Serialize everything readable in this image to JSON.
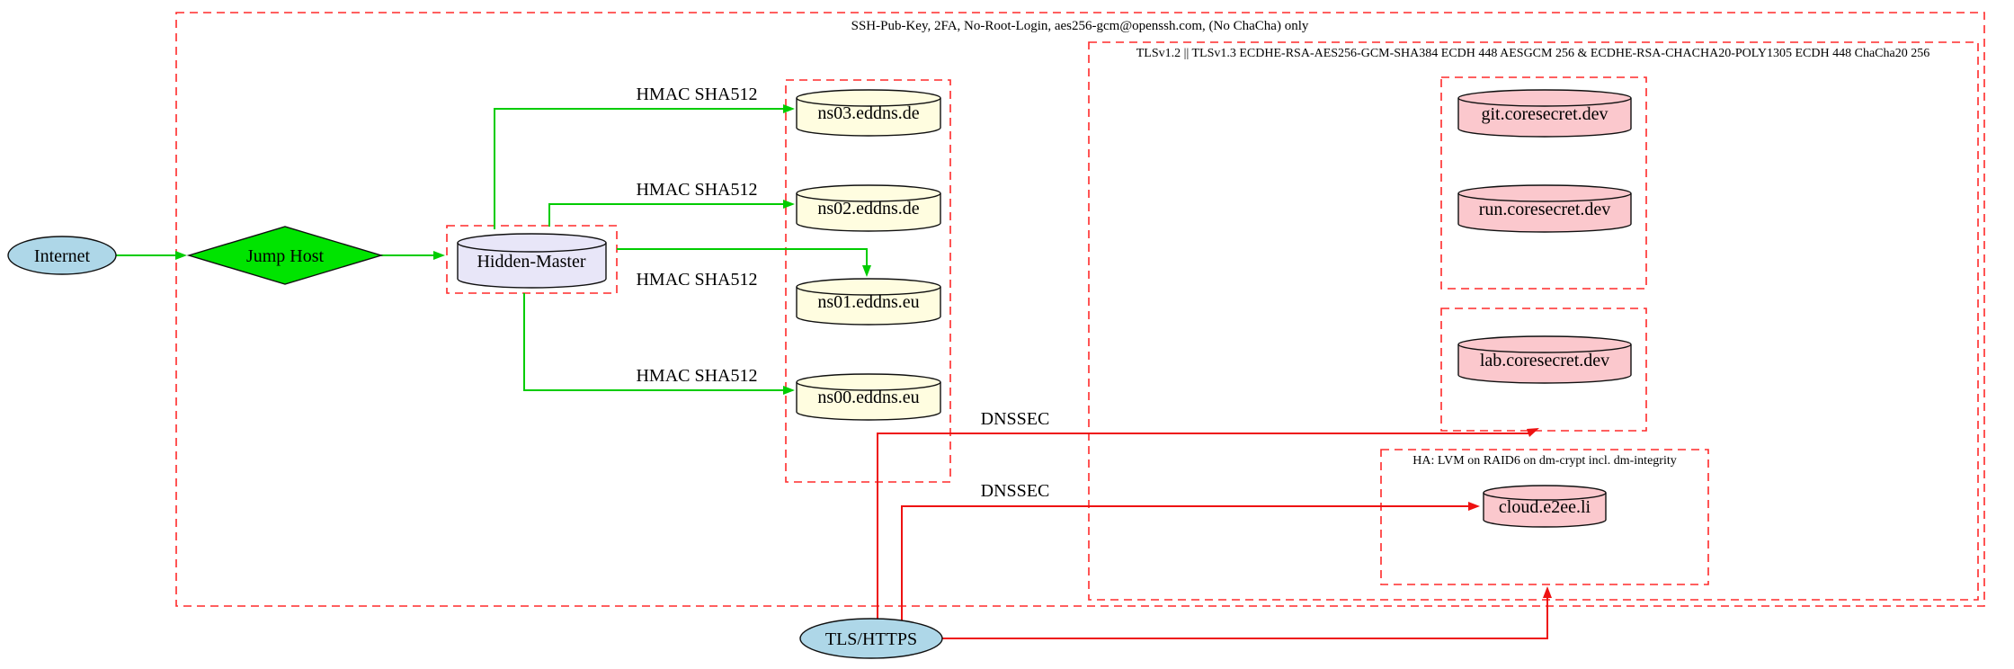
{
  "diagram": {
    "cluster_labels": {
      "ssh": "SSH-Pub-Key, 2FA, No-Root-Login, aes256-gcm@openssh.com, (No ChaCha) only",
      "tls": "TLSv1.2 || TLSv1.3 ECDHE-RSA-AES256-GCM-SHA384 ECDH 448 AESGCM 256 & ECDHE-RSA-CHACHA20-POLY1305 ECDH 448 ChaCha20 256",
      "ha": "HA: LVM on RAID6 on dm-crypt incl. dm-integrity"
    },
    "nodes": {
      "internet": "Internet",
      "jump_host": "Jump Host",
      "hidden_master": "Hidden-Master",
      "ns03": "ns03.eddns.de",
      "ns02": "ns02.eddns.de",
      "ns01": "ns01.eddns.eu",
      "ns00": "ns00.eddns.eu",
      "git": "git.coresecret.dev",
      "run": "run.coresecret.dev",
      "lab": "lab.coresecret.dev",
      "cloud": "cloud.e2ee.li",
      "tls_https": "TLS/HTTPS"
    },
    "edge_labels": {
      "hmac_ns03": "HMAC SHA512",
      "hmac_ns02": "HMAC SHA512",
      "hmac_ns01": "HMAC SHA512",
      "hmac_ns00": "HMAC SHA512",
      "dnssec_core": "DNSSEC",
      "dnssec_cloud": "DNSSEC"
    },
    "colors": {
      "internet_fill": "#aed7e8",
      "jump_host_fill": "#00e400",
      "hidden_master_fill": "#e8e6f8",
      "nameserver_fill": "#fffde0",
      "service_fill": "#fbc8cd",
      "secure_edge": "#00cc00",
      "tls_edge": "#ee1111",
      "cluster_border": "#ff2a2a"
    }
  }
}
